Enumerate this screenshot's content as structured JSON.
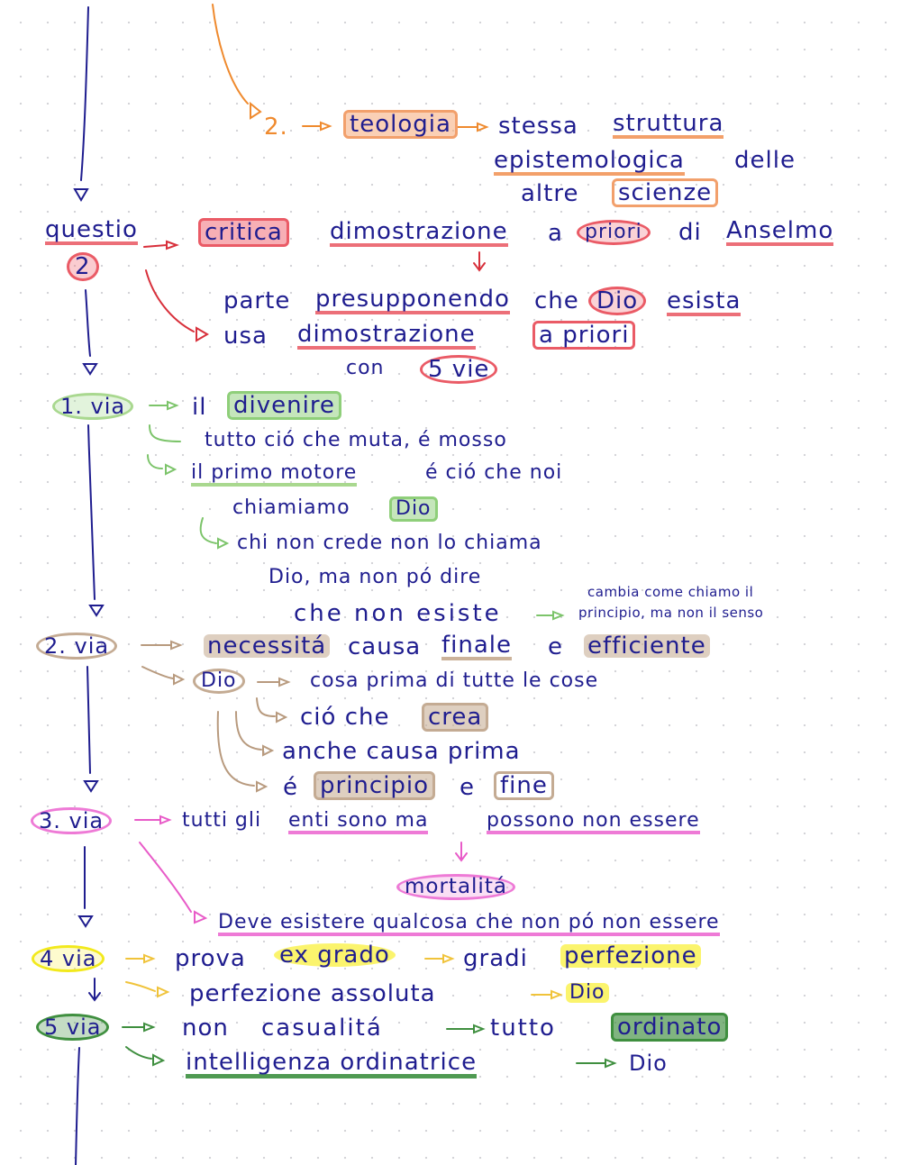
{
  "colors": {
    "ink": "#1f1d8f",
    "orange": "#ef8a2e",
    "red": "#d8303b",
    "green": "#7cc46a",
    "dark_green": "#3f8f3f",
    "tan": "#b89a7e",
    "pink": "#e85bc8",
    "yellow": "#f2e91c"
  },
  "top_block": {
    "number": "2.",
    "teologia": "teologia",
    "stessa": "stessa",
    "struttura": "struttura",
    "epistemologica": "epistemologica",
    "delle": "delle",
    "altre": "altre",
    "scienze": "scienze"
  },
  "questio": {
    "label": "questio",
    "number": "2",
    "critica": "critica",
    "dimostrazione": "dimostrazione",
    "a": "a",
    "priori": "priori",
    "di": "di",
    "anselmo": "Anselmo",
    "parte": "parte",
    "presupponendo": "presupponendo",
    "che": "che",
    "dio": "Dio",
    "esista": "esista",
    "usa": "usa",
    "dimostrazione2": "dimostrazione",
    "a_priori": "a priori",
    "con": "con",
    "cinque_vie": "5 vie"
  },
  "via1": {
    "label": "1. via",
    "divenire_pre": "il",
    "divenire": "divenire",
    "line1": "tutto ció che muta, é mosso",
    "line2a": "il primo motore",
    "line2b": "é ció che noi",
    "line3": "chiamiamo",
    "dio": "Dio",
    "line4": "chi non crede non lo chiama",
    "line5": "Dio, ma non pó dire",
    "line6": "che non esiste",
    "note1": "cambia come chiamo il",
    "note2": "principio, ma non il senso"
  },
  "via2": {
    "label": "2. via",
    "necessita": "necessitá",
    "causa": "causa",
    "finale": "finale",
    "e": "e",
    "efficiente": "efficiente",
    "dio": "Dio",
    "cosa_prima": "cosa prima di tutte le cose",
    "cio_che": "ció che",
    "crea": "crea",
    "anche": "anche causa prima",
    "e_acc": "é",
    "principio": "principio",
    "e2": "e",
    "fine": "fine"
  },
  "via3": {
    "label": "3. via",
    "tutti": "tutti gli",
    "enti": "enti sono ma",
    "possono": "possono non essere",
    "mortalita": "mortalitá",
    "deve": "Deve esistere qualcosa che non pó non essere"
  },
  "via4": {
    "label": "4 via",
    "prova": "prova",
    "ex_grado": "ex grado",
    "gradi": "gradi",
    "perfezione": "perfezione",
    "perfezione_assoluta": "perfezione assoluta",
    "dio": "Dio"
  },
  "via5": {
    "label": "5 via",
    "non": "non",
    "casualita": "casualitá",
    "tutto": "tutto",
    "ordinato": "ordinato",
    "intelligenza": "intelligenza ordinatrice",
    "dio": "Dio"
  }
}
